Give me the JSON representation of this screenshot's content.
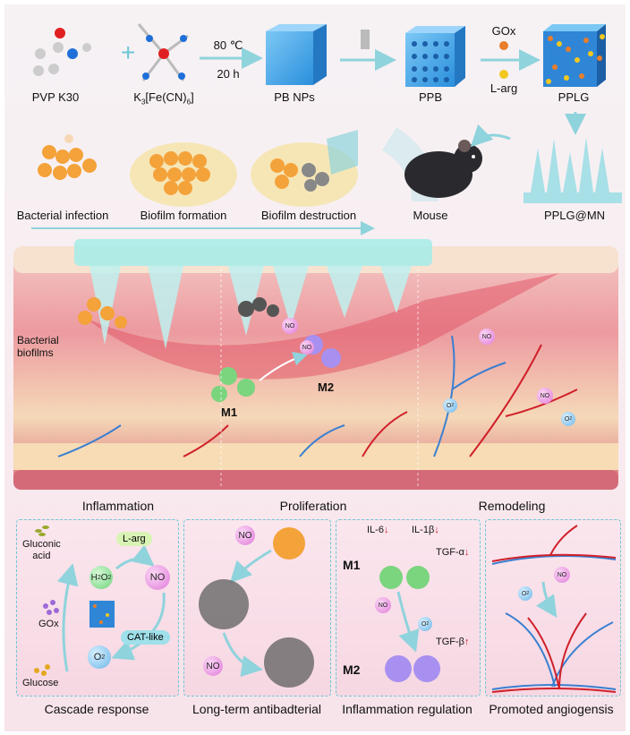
{
  "synthesis": {
    "pvp": "PVP K30",
    "ferricyanide_main": "K",
    "ferricyanide_sub1": "3",
    "ferricyanide_mid": "[Fe(CN)",
    "ferricyanide_sub2": "6",
    "ferricyanide_end": "]",
    "plus": "+",
    "temp": "80 ℃",
    "time": "20 h",
    "pb_nps": "PB NPs",
    "ppb": "PPB",
    "gox": "GOx",
    "larg": "L-arg",
    "pplg": "PPLG"
  },
  "application": {
    "bacterial_infection": "Bacterial infection",
    "biofilm_formation": "Biofilm formation",
    "biofilm_destruction": "Biofilm destruction",
    "mouse": "Mouse",
    "pplg_mn": "PPLG@MN"
  },
  "skin": {
    "biofilms_line1": "Bacterial",
    "biofilms_line2": "biofilms",
    "m1": "M1",
    "m2": "M2",
    "no": "NO",
    "o2": "O",
    "o2_sub": "2"
  },
  "phases": [
    "Inflammation",
    "Proliferation",
    "Remodeling"
  ],
  "panels": {
    "cascade": {
      "caption": "Cascade response",
      "gluconic_line1": "Gluconic",
      "gluconic_line2": "acid",
      "larg": "L-arg",
      "h2o2_a": "H",
      "h2o2_b": "2",
      "h2o2_c": "O",
      "h2o2_d": "2",
      "no": "NO",
      "gox": "GOx",
      "cat": "CAT-like",
      "o2": "O",
      "o2_sub": "2",
      "glucose": "Glucose"
    },
    "antibacterial": {
      "caption": "Long-term antibadterial",
      "no": "NO"
    },
    "inflammation": {
      "caption": "Inflammation regulation",
      "il6": "IL-6",
      "il1b": "IL-1β",
      "tgfa": "TGF-α",
      "tgfb": "TGF-β",
      "down": "↓",
      "up": "↑",
      "m1": "M1",
      "m2": "M2",
      "no": "NO",
      "o2": "O",
      "o2_sub": "2"
    },
    "angiogenesis": {
      "caption": "Promoted angiogensis",
      "no": "NO",
      "o2": "O",
      "o2_sub": "2"
    }
  },
  "colors": {
    "arrow": "#8fd3dc",
    "pb_blue": "#3ea0e6",
    "skin": "#e98f98",
    "dash": "#6cc7d6",
    "down_arrow": "#d0202a"
  }
}
